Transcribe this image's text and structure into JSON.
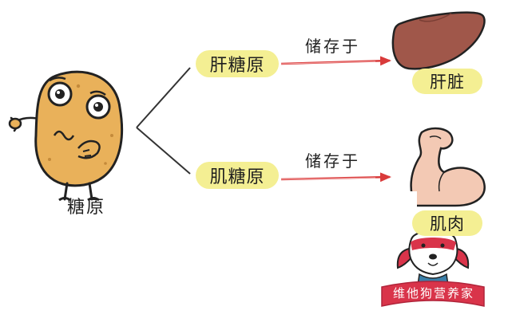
{
  "diagram": {
    "source": {
      "label": "糖原"
    },
    "branches": [
      {
        "label": "肝糖原",
        "relation": "储存于",
        "target": "肝脏",
        "target_icon": "liver-icon"
      },
      {
        "label": "肌糖原",
        "relation": "储存于",
        "target": "肌肉",
        "target_icon": "bicep-muscle-icon"
      }
    ],
    "badge": {
      "text": "维他狗营养家",
      "icon": "dog-mascot-icon"
    }
  },
  "colors": {
    "highlight": "#f4ef93",
    "arrow": "#d93a3a",
    "potato_body": "#e9b15a",
    "liver": "#a0574a",
    "muscle_skin": "#f3c9b4",
    "badge_red": "#d9344a"
  }
}
